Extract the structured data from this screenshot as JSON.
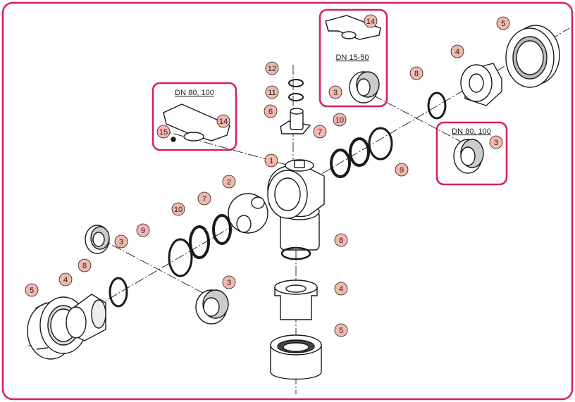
{
  "colors": {
    "frame": "#d81e5b",
    "badge_fill": "#f3b8ae",
    "line": "#1a1a1a"
  },
  "callouts": {
    "detail_left": "DN 80, 100",
    "detail_top": "DN 15-50",
    "detail_right": "DN 80, 100"
  },
  "numbers": {
    "n1": "1",
    "n2": "2",
    "n3a": "3",
    "n3b": "3",
    "n3c": "3",
    "n3d": "3",
    "n4a": "4",
    "n4b": "4",
    "n4c": "4",
    "n5a": "5",
    "n5b": "5",
    "n5c": "5",
    "n6": "6",
    "n7a": "7",
    "n7b": "7",
    "n8a": "8",
    "n8b": "8",
    "n8c": "8",
    "n9a": "9",
    "n9b": "9",
    "n10a": "10",
    "n10b": "10",
    "n11": "11",
    "n12": "12",
    "n14a": "14",
    "n14b": "14",
    "n15": "15"
  }
}
